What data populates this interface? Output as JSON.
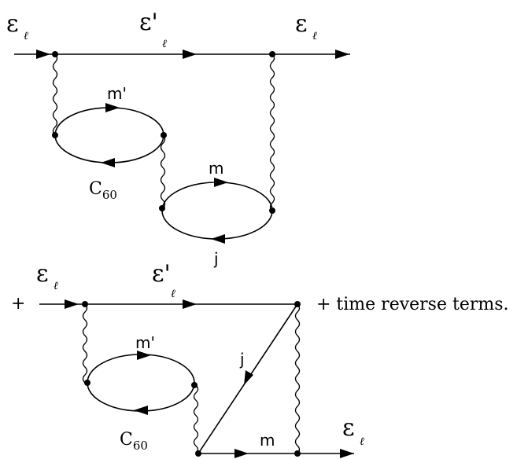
{
  "top_diagram": {
    "left_label": "ε",
    "middle_label": "ε'",
    "right_label": "ε",
    "lepton_sub": "ℓ",
    "loop1_label": "m'",
    "loop2_top_label": "m",
    "loop2_bottom_label": "j",
    "molecule_main": "C",
    "molecule_sub": "60"
  },
  "bottom_diagram": {
    "plus_left": "+",
    "left_label": "ε",
    "middle_label": "ε'",
    "right_label": "ε",
    "lepton_sub": "ℓ",
    "loop_label": "m'",
    "diag_label": "j",
    "bottom_label": "m",
    "molecule_main": "C",
    "molecule_sub": "60",
    "suffix_text": "+  time reverse terms."
  }
}
